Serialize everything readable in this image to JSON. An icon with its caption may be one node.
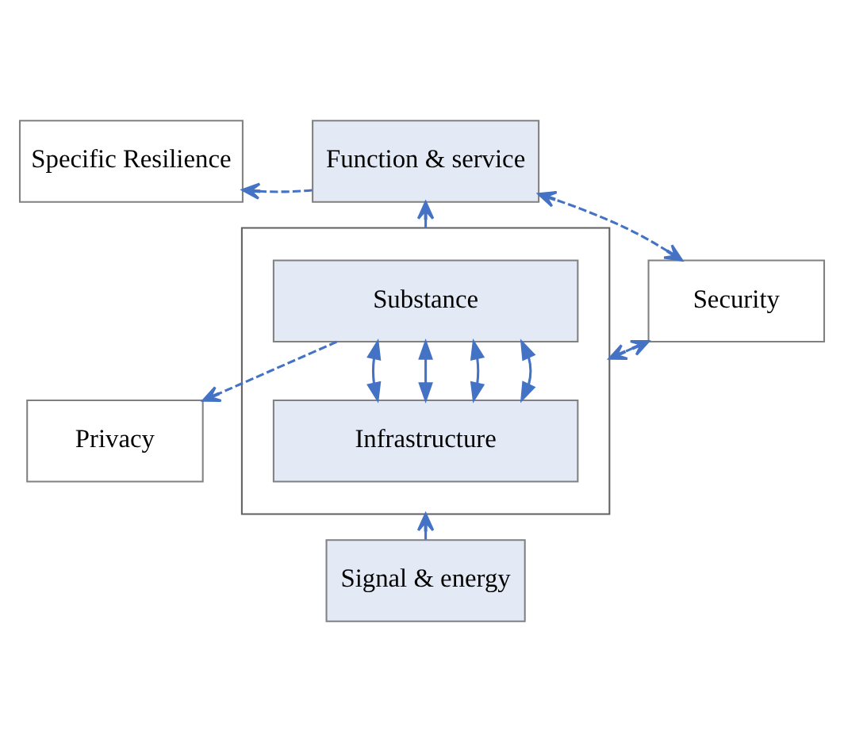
{
  "diagram": {
    "nodes": [
      {
        "text": [
          "Specific Resilience"
        ]
      },
      {
        "text": [
          "Function & service"
        ]
      },
      {
        "text": [
          "Security"
        ]
      },
      {
        "text": [],
        "shape": "box"
      },
      {
        "text": [
          "Substance"
        ],
        "in": 3
      },
      {
        "text": [
          "Infrastructure"
        ],
        "in": 3
      },
      {
        "text": [
          "Privacy"
        ]
      },
      {
        "text": [
          "Signal & energy"
        ]
      }
    ],
    "edges": [
      {
        "from": 1,
        "to": 0,
        "arrow": "to",
        "style": "dashed"
      },
      {
        "from": 2,
        "to": 1,
        "arrow": "both",
        "style": "dashed"
      },
      {
        "from": 2,
        "to": 3,
        "arrow": "both",
        "style": "dashed"
      },
      {
        "from": 4,
        "to": 6,
        "arrow": "to",
        "style": "dashed"
      },
      {
        "from": 4,
        "to": 5,
        "arrow": "both"
      },
      {
        "from": 4,
        "to": 5,
        "arrow": "both"
      },
      {
        "from": 4,
        "to": 5,
        "arrow": "both"
      },
      {
        "from": 4,
        "to": 5,
        "arrow": "both"
      },
      {
        "from": 3,
        "to": 1,
        "arrow": "to"
      },
      {
        "from": 7,
        "to": 3,
        "arrow": "to"
      }
    ]
  }
}
